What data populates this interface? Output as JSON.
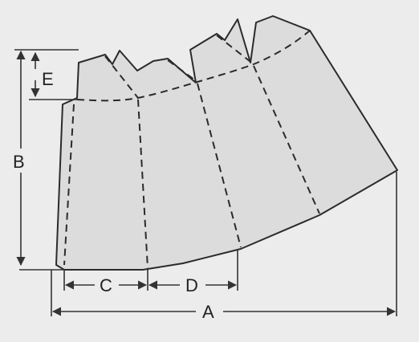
{
  "diagram": {
    "labels": {
      "A": "A",
      "B": "B",
      "C": "C",
      "D": "D",
      "E": "E"
    },
    "colors": {
      "background": "#ececec",
      "panel": "#dcdcdc",
      "line": "#2b2b2b"
    }
  }
}
